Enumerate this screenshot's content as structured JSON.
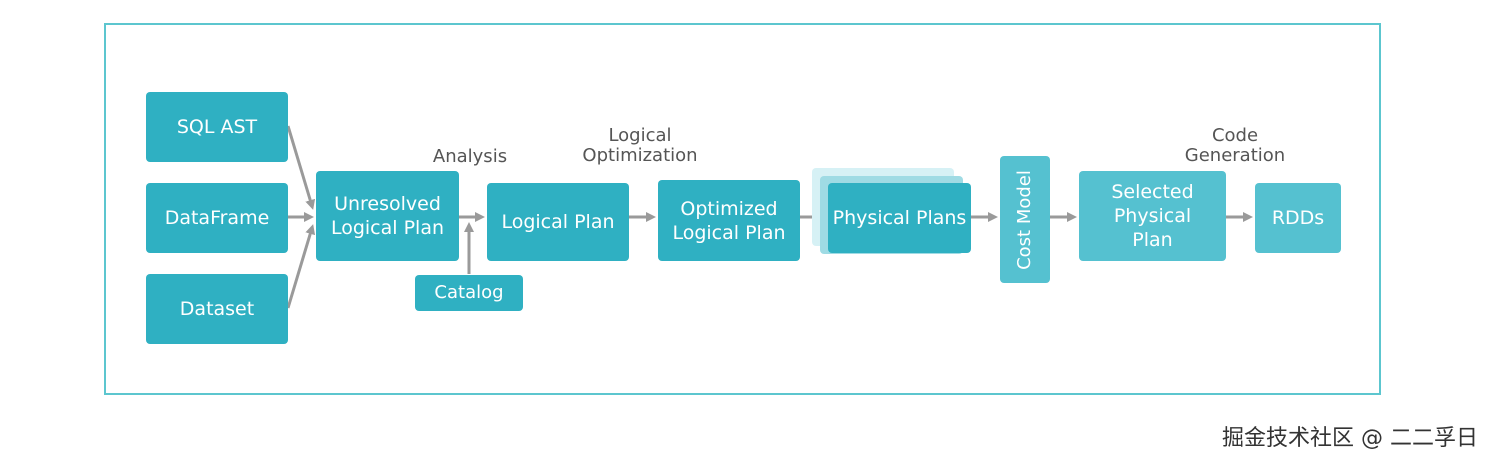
{
  "nodes": {
    "sql_ast": "SQL AST",
    "dataframe": "DataFrame",
    "dataset": "Dataset",
    "unresolved": "Unresolved\nLogical Plan",
    "catalog": "Catalog",
    "logical_plan": "Logical Plan",
    "optimized": "Optimized\nLogical Plan",
    "physical_plans": "Physical Plans",
    "cost_model": "Cost Model",
    "selected": "Selected\nPhysical\nPlan",
    "rdds": "RDDs"
  },
  "stages": {
    "analysis": "Analysis",
    "logical_optimization": "Logical\nOptimization",
    "code_generation": "Code\nGeneration"
  },
  "colors": {
    "box": "#2fb0c2",
    "box_light": "#55c1d0",
    "border": "#5cc6cf",
    "arrow": "#9a9a9a"
  },
  "watermark": "掘金技术社区 @ 二二孚日"
}
